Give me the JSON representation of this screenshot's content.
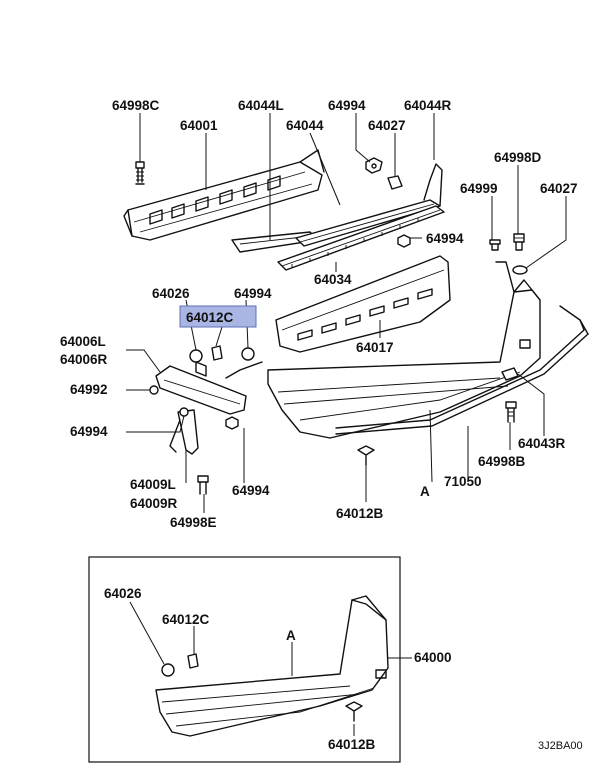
{
  "diagram": {
    "figure_code": "3J2BA00",
    "highlighted_part": "64012C",
    "labels": {
      "p64998C": "64998C",
      "p64001": "64001",
      "p64044L": "64044L",
      "p64044": "64044",
      "p64994_top": "64994",
      "p64027_top": "64027",
      "p64044R": "64044R",
      "p64998D": "64998D",
      "p64999": "64999",
      "p64027_right": "64027",
      "p64994_mid": "64994",
      "p64034": "64034",
      "p64026": "64026",
      "p64994_a": "64994",
      "p64012C": "64012C",
      "p64017": "64017",
      "p64006L": "64006L",
      "p64006R": "64006R",
      "p64992": "64992",
      "p64994_left": "64994",
      "p64009L": "64009L",
      "p64009R": "64009R",
      "p64994_low": "64994",
      "p64998E": "64998E",
      "p64012B": "64012B",
      "ref_A": "A",
      "p71050": "71050",
      "p64998B": "64998B",
      "p64043R": "64043R"
    },
    "inset": {
      "p64026": "64026",
      "p64012C": "64012C",
      "ref_A": "A",
      "p64000": "64000",
      "p64012B": "64012B"
    }
  }
}
